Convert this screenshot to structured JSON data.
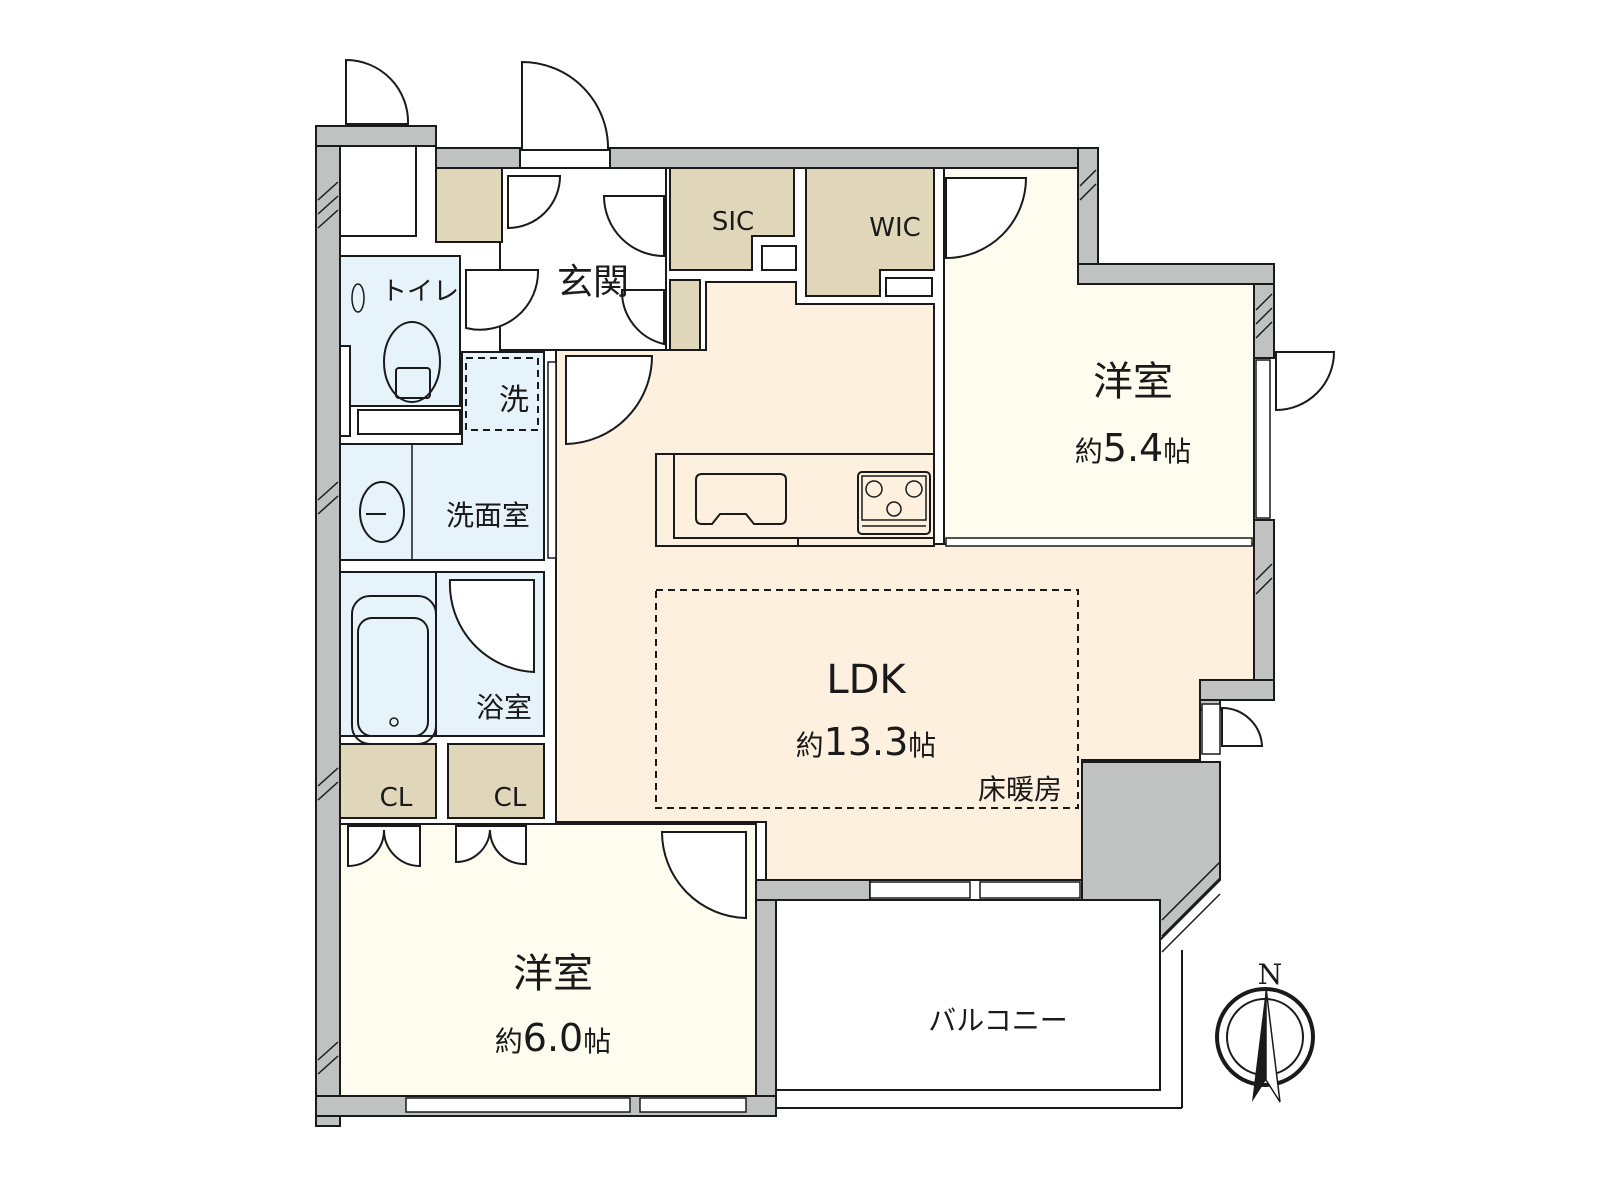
{
  "plan": {
    "colors": {
      "wall": "#c0c1c1",
      "ldk_floor": "#fdf0df",
      "bedroom_floor": "#fefcee",
      "wet_area_floor": "#e6f3fb",
      "storage_floor": "#e0d7bb",
      "entrance_floor": "#ffffff",
      "line": "#1a1a1a"
    },
    "rooms": {
      "entrance": {
        "label": "玄関"
      },
      "toilet": {
        "label": "トイレ"
      },
      "washer": {
        "label": "洗"
      },
      "washroom": {
        "label": "洗面室"
      },
      "bathroom": {
        "label": "浴室"
      },
      "sic": {
        "label": "SIC"
      },
      "wic": {
        "label": "WIC"
      },
      "closet_1": {
        "label": "CL"
      },
      "closet_2": {
        "label": "CL"
      },
      "ldk": {
        "label": "LDK",
        "area_prefix": "約",
        "area_value": "13.3",
        "area_unit": "帖",
        "note": "床暖房"
      },
      "bedroom_north": {
        "label": "洋室",
        "area_prefix": "約",
        "area_value": "5.4",
        "area_unit": "帖"
      },
      "bedroom_south": {
        "label": "洋室",
        "area_prefix": "約",
        "area_value": "6.0",
        "area_unit": "帖"
      },
      "balcony": {
        "label": "バルコニー"
      }
    },
    "compass": {
      "label": "N"
    }
  }
}
